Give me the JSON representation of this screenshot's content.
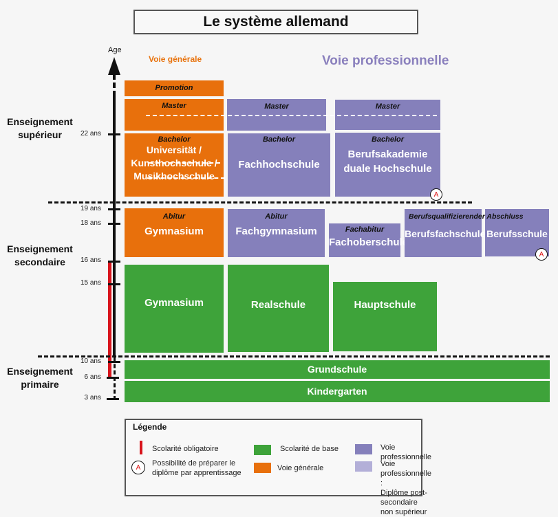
{
  "title": "Le système allemand",
  "axis": {
    "label": "Age",
    "ticks": [
      "22 ans",
      "19 ans",
      "18 ans",
      "16 ans",
      "15 ans",
      "10 ans",
      "6 ans",
      "3 ans"
    ]
  },
  "columns": {
    "general": "Voie générale",
    "professional": "Voie professionnelle"
  },
  "levels": {
    "superieur": [
      "Enseignement",
      "supérieur"
    ],
    "secondaire": [
      "Enseignement",
      "secondaire"
    ],
    "primaire": [
      "Enseignement",
      "primaire"
    ]
  },
  "superieur": {
    "promotion": "Promotion",
    "master": "Master",
    "bachelor": "Bachelor",
    "uni_lines": [
      "Universität /",
      "Kunsthochschule /",
      "Musikhochschule"
    ],
    "fachhochschule": "Fachhochschule",
    "berufsakademie_lines": [
      "Berufsakademie",
      "duale Hochschule"
    ]
  },
  "secondaire2": {
    "abitur": "Abitur",
    "gymnasium": "Gymnasium",
    "fachgymnasium": "Fachgymnasium",
    "fachabitur": "Fachabitur",
    "fachoberschule": "Fachoberschule",
    "berufsqualifizierender": "Berufsqualifizierender Abschluss",
    "berufsfachschule": "Berufsfachschule",
    "berufsschule": "Berufsschule"
  },
  "secondaire1": {
    "gymnasium": "Gymnasium",
    "realschule": "Realschule",
    "hauptschule": "Hauptschule"
  },
  "primaire": {
    "grundschule": "Grundschule",
    "kindergarten": "Kindergarten"
  },
  "apprenticeship_marker": "A",
  "legend": {
    "title": "Légende",
    "items": [
      {
        "label": "Scolarité obligatoire",
        "color": "#d8141c"
      },
      {
        "label_lines": [
          "Possibilité de préparer le",
          "diplôme par apprentissage"
        ],
        "symbol": "A"
      },
      {
        "label": "Scolarité de base",
        "color": "#3ea33a"
      },
      {
        "label": "Voie générale",
        "color": "#e8700c"
      },
      {
        "label": "Voie professionnelle",
        "color": "#8580bb"
      },
      {
        "label_lines": [
          "Voie professionnelle :",
          "Diplôme post-secondaire",
          "non supérieur"
        ],
        "color": "#b3afd8"
      }
    ]
  },
  "colors": {
    "orange": "#e8700c",
    "purple": "#8580bb",
    "light_purple": "#b3afd8",
    "green": "#3ea33a",
    "red": "#d8141c"
  }
}
